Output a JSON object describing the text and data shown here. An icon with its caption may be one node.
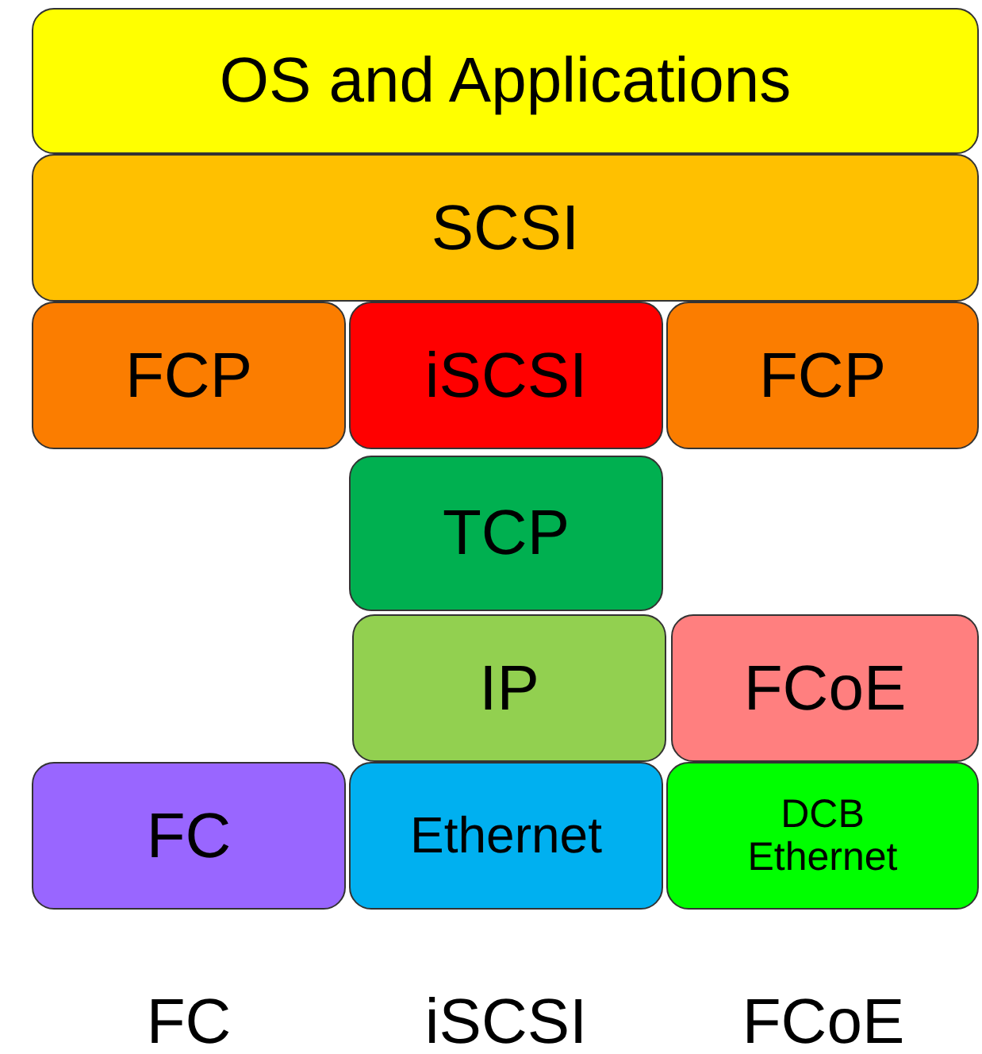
{
  "diagram": {
    "nodes": [
      {
        "text": [
          "OS and Applications"
        ]
      },
      {
        "text": [
          "SCSI"
        ]
      },
      {
        "text": [
          "FCP"
        ]
      },
      {
        "text": [
          "iSCSI"
        ]
      },
      {
        "text": [
          "FCP"
        ]
      },
      {
        "text": [
          "TCP"
        ]
      },
      {
        "text": [
          "IP"
        ]
      },
      {
        "text": [
          "FCoE"
        ]
      },
      {
        "text": [
          "FC"
        ]
      },
      {
        "text": [
          "Ethernet"
        ]
      },
      {
        "text": [
          "DCB Ethernet"
        ]
      }
    ],
    "labels": [
      "FC",
      "iSCSI",
      "FCoE"
    ]
  }
}
